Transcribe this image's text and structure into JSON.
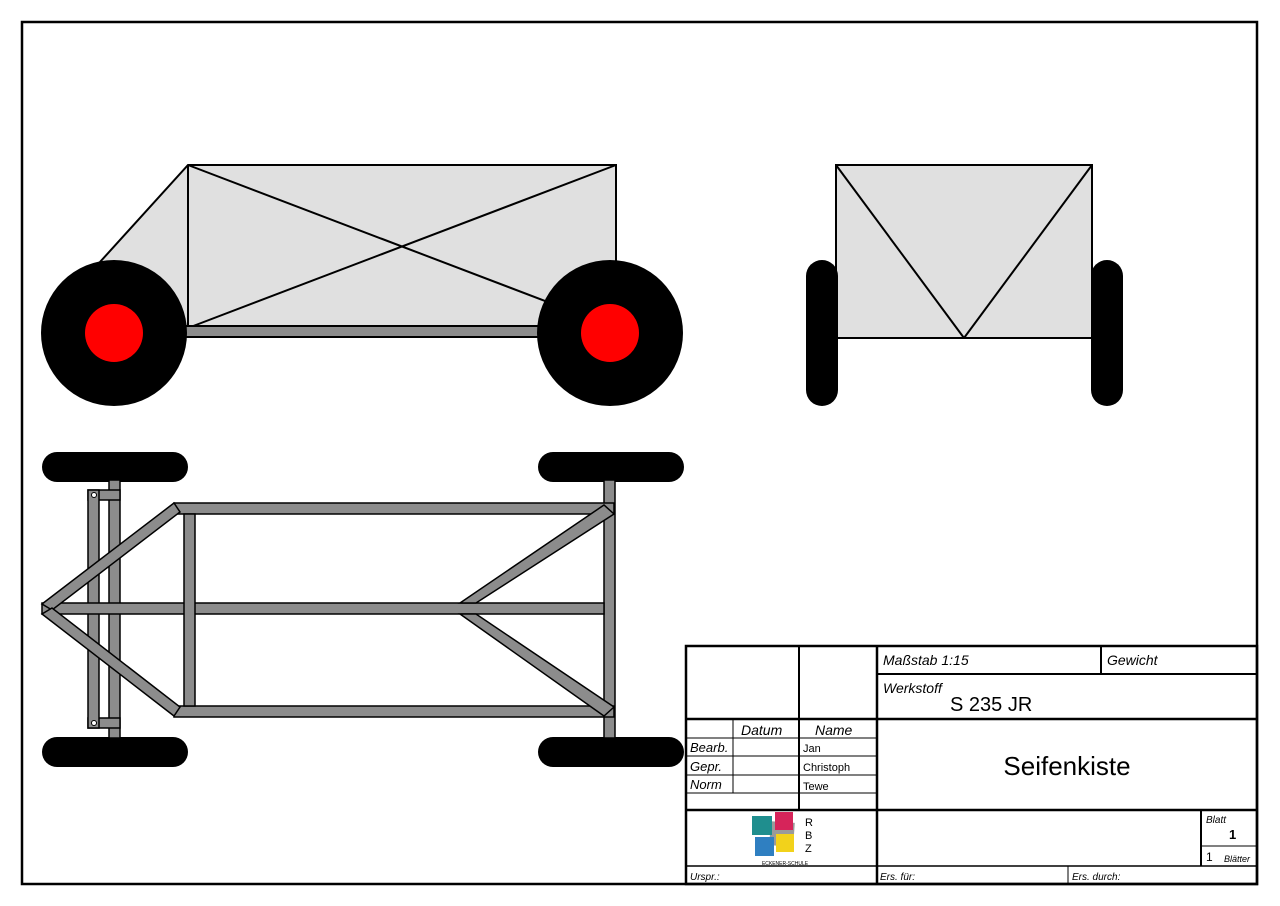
{
  "title_block": {
    "scale": "Maßstab 1:15",
    "weight_label": "Gewicht",
    "material_label": "Werkstoff",
    "material_value": "S 235 JR",
    "date_header": "Datum",
    "name_header": "Name",
    "rows": [
      {
        "role": "Bearb.",
        "name": "Jan"
      },
      {
        "role": "Gepr.",
        "name": "Christoph"
      },
      {
        "role": "Norm",
        "name": "Tewe"
      }
    ],
    "drawing_title": "Seifenkiste",
    "sheet_label": "Blatt",
    "sheet_number": "1",
    "sheets_count": "1",
    "sheets_label": "Blätter",
    "origin_label": "Urspr.:",
    "replacement_for_label": "Ers. für:",
    "replaced_by_label": "Ers. durch:"
  },
  "logo": {
    "letters": [
      "R",
      "B",
      "Z"
    ],
    "caption": "ECKENER-SCHULE",
    "colors": [
      "#1f8e8e",
      "#d6245a",
      "#f2d21b",
      "#2f7fc1",
      "#9a9a9a"
    ]
  },
  "colors": {
    "body_fill": "#e0e0e0",
    "tube_fill": "#8c8c8c",
    "tire": "#000000",
    "hub": "#ff0000"
  }
}
